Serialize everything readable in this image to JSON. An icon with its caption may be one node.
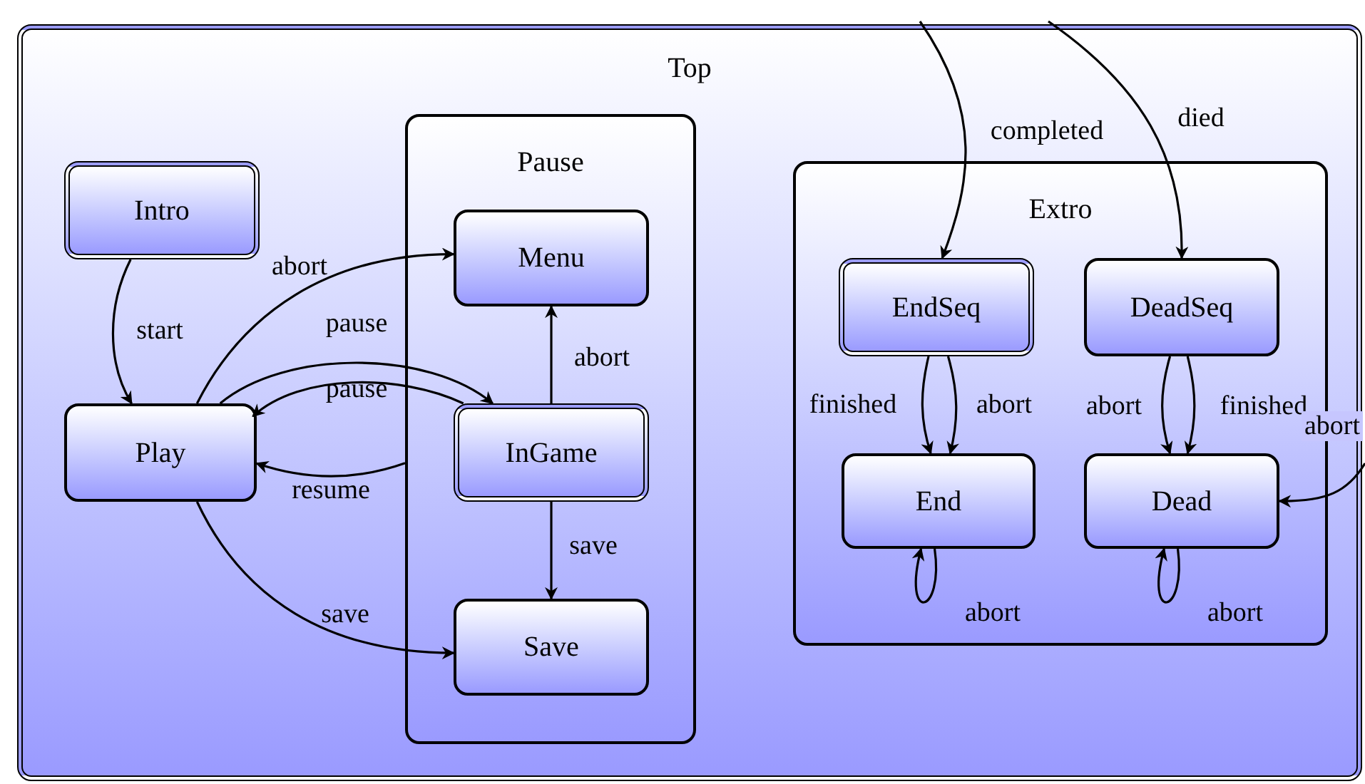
{
  "diagram": {
    "nodes": [
      {
        "text": [
          "Top"
        ]
      },
      {
        "text": [
          "Intro"
        ],
        "in": 0
      },
      {
        "text": [
          "Play"
        ],
        "in": 0
      },
      {
        "text": [
          "Pause"
        ],
        "in": 0
      },
      {
        "text": [
          "Menu"
        ],
        "in": 3
      },
      {
        "text": [
          "InGame"
        ],
        "in": 3
      },
      {
        "text": [
          "Save"
        ],
        "in": 3
      },
      {
        "text": [
          "Extro"
        ],
        "in": 0
      },
      {
        "text": [
          "EndSeq"
        ],
        "in": 7
      },
      {
        "text": [
          "DeadSeq"
        ],
        "in": 7
      },
      {
        "text": [
          "End"
        ],
        "in": 7
      },
      {
        "text": [
          "Dead"
        ],
        "in": 7
      }
    ],
    "edges": [
      {
        "from": 1,
        "to": 2,
        "arrow": "to",
        "label": "start"
      },
      {
        "from": 2,
        "to": 4,
        "arrow": "to",
        "label": "abort"
      },
      {
        "from": 2,
        "to": 5,
        "arrow": "to",
        "label": "pause"
      },
      {
        "from": 5,
        "to": 2,
        "arrow": "to",
        "label": "pause"
      },
      {
        "from": 3,
        "to": 2,
        "arrow": "to",
        "label": "resume"
      },
      {
        "from": 2,
        "to": 6,
        "arrow": "to",
        "label": "save"
      },
      {
        "from": 5,
        "to": 4,
        "arrow": "to",
        "label": "abort"
      },
      {
        "from": 5,
        "to": 6,
        "arrow": "to",
        "label": "save"
      },
      {
        "from": null,
        "to": 8,
        "arrow": "to",
        "label": "completed"
      },
      {
        "from": null,
        "to": 9,
        "arrow": "to",
        "label": "died"
      },
      {
        "from": 8,
        "to": 10,
        "arrow": "to",
        "label": "finished"
      },
      {
        "from": 8,
        "to": 10,
        "arrow": "to",
        "label": "abort"
      },
      {
        "from": 9,
        "to": 11,
        "arrow": "to",
        "label": "abort"
      },
      {
        "from": 9,
        "to": 11,
        "arrow": "to",
        "label": "finished"
      },
      {
        "from": null,
        "to": 11,
        "arrow": "to",
        "label": "abort"
      },
      {
        "from": 10,
        "to": 10,
        "arrow": "to",
        "label": "abort"
      },
      {
        "from": 11,
        "to": 11,
        "arrow": "to",
        "label": "abort"
      }
    ]
  }
}
